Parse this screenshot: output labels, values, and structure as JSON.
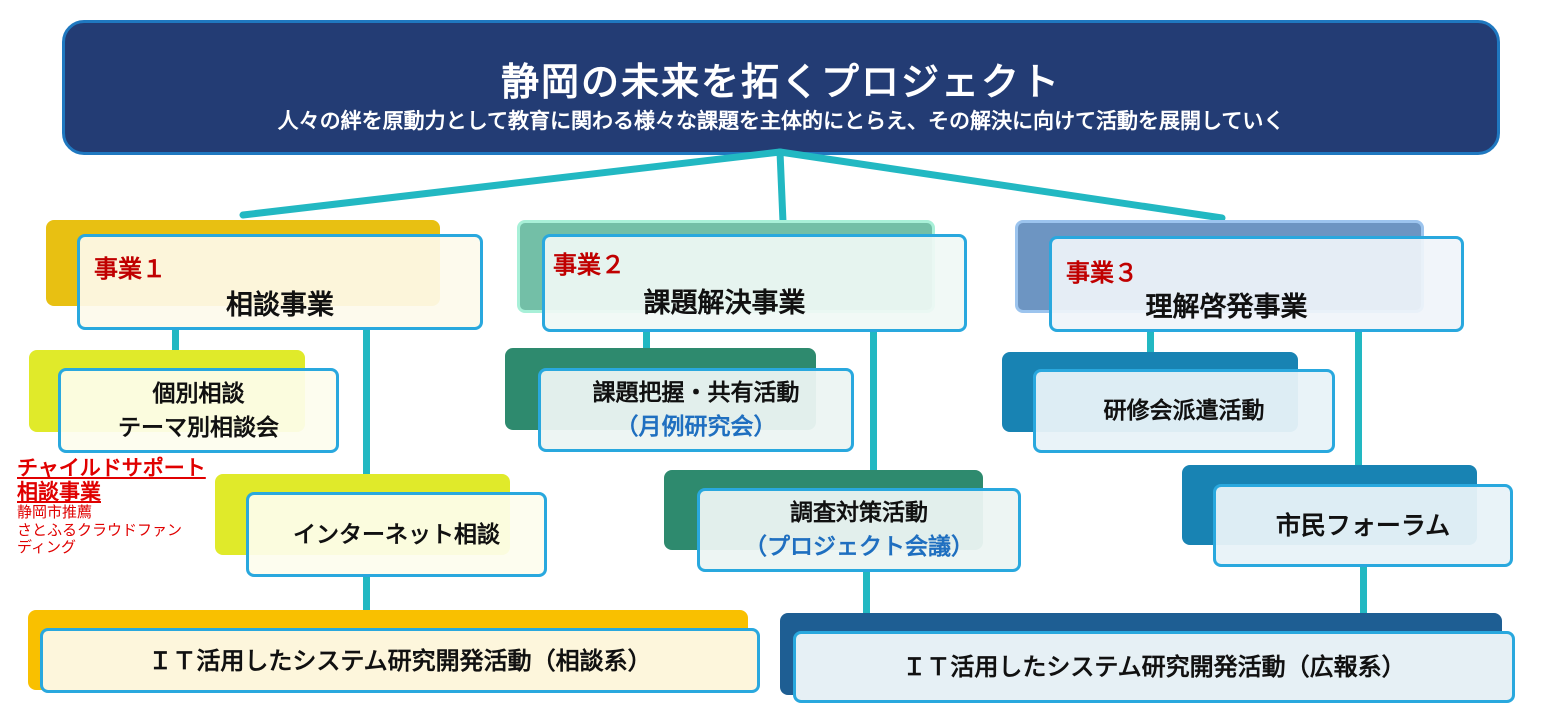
{
  "header": {
    "title": "静岡の未来を拓くプロジェクト",
    "subtitle": "人々の絆を原動力として教育に関わる様々な課題を主体的にとらえ、その解決に向けて活動を展開していく"
  },
  "biz1": {
    "label": "事業１",
    "title": "相談事業",
    "sub1": [
      "個別相談",
      "テーマ別相談会"
    ],
    "sub2": "インターネット相談",
    "note": {
      "line1": "チャイルドサポート",
      "line2": "相談事業",
      "line3": "静岡市推薦",
      "line4": "さとふるクラウドファン",
      "line5": "ディング"
    },
    "bottom": "ＩＴ活用したシステム研究開発活動（相談系）"
  },
  "biz2": {
    "label": "事業２",
    "title": "課題解決事業",
    "sub1": {
      "main": "課題把握・共有活動",
      "paren": "（月例研究会）"
    },
    "sub2": {
      "main": "調査対策活動",
      "paren": "（プロジェクト会議）"
    }
  },
  "biz3": {
    "label": "事業３",
    "title": "理解啓発事業",
    "sub1": "研修会派遣活動",
    "sub2": "市民フォーラム",
    "bottom": "ＩＴ活用したシステム研究開発活動（広報系）"
  },
  "colors": {
    "navy": "#233c74",
    "teal": "#22b8c2",
    "red": "#c00000",
    "gold": "#e8c012",
    "lime": "#e0ea2a",
    "green": "#2e8a6e",
    "blue": "#1883b3"
  }
}
